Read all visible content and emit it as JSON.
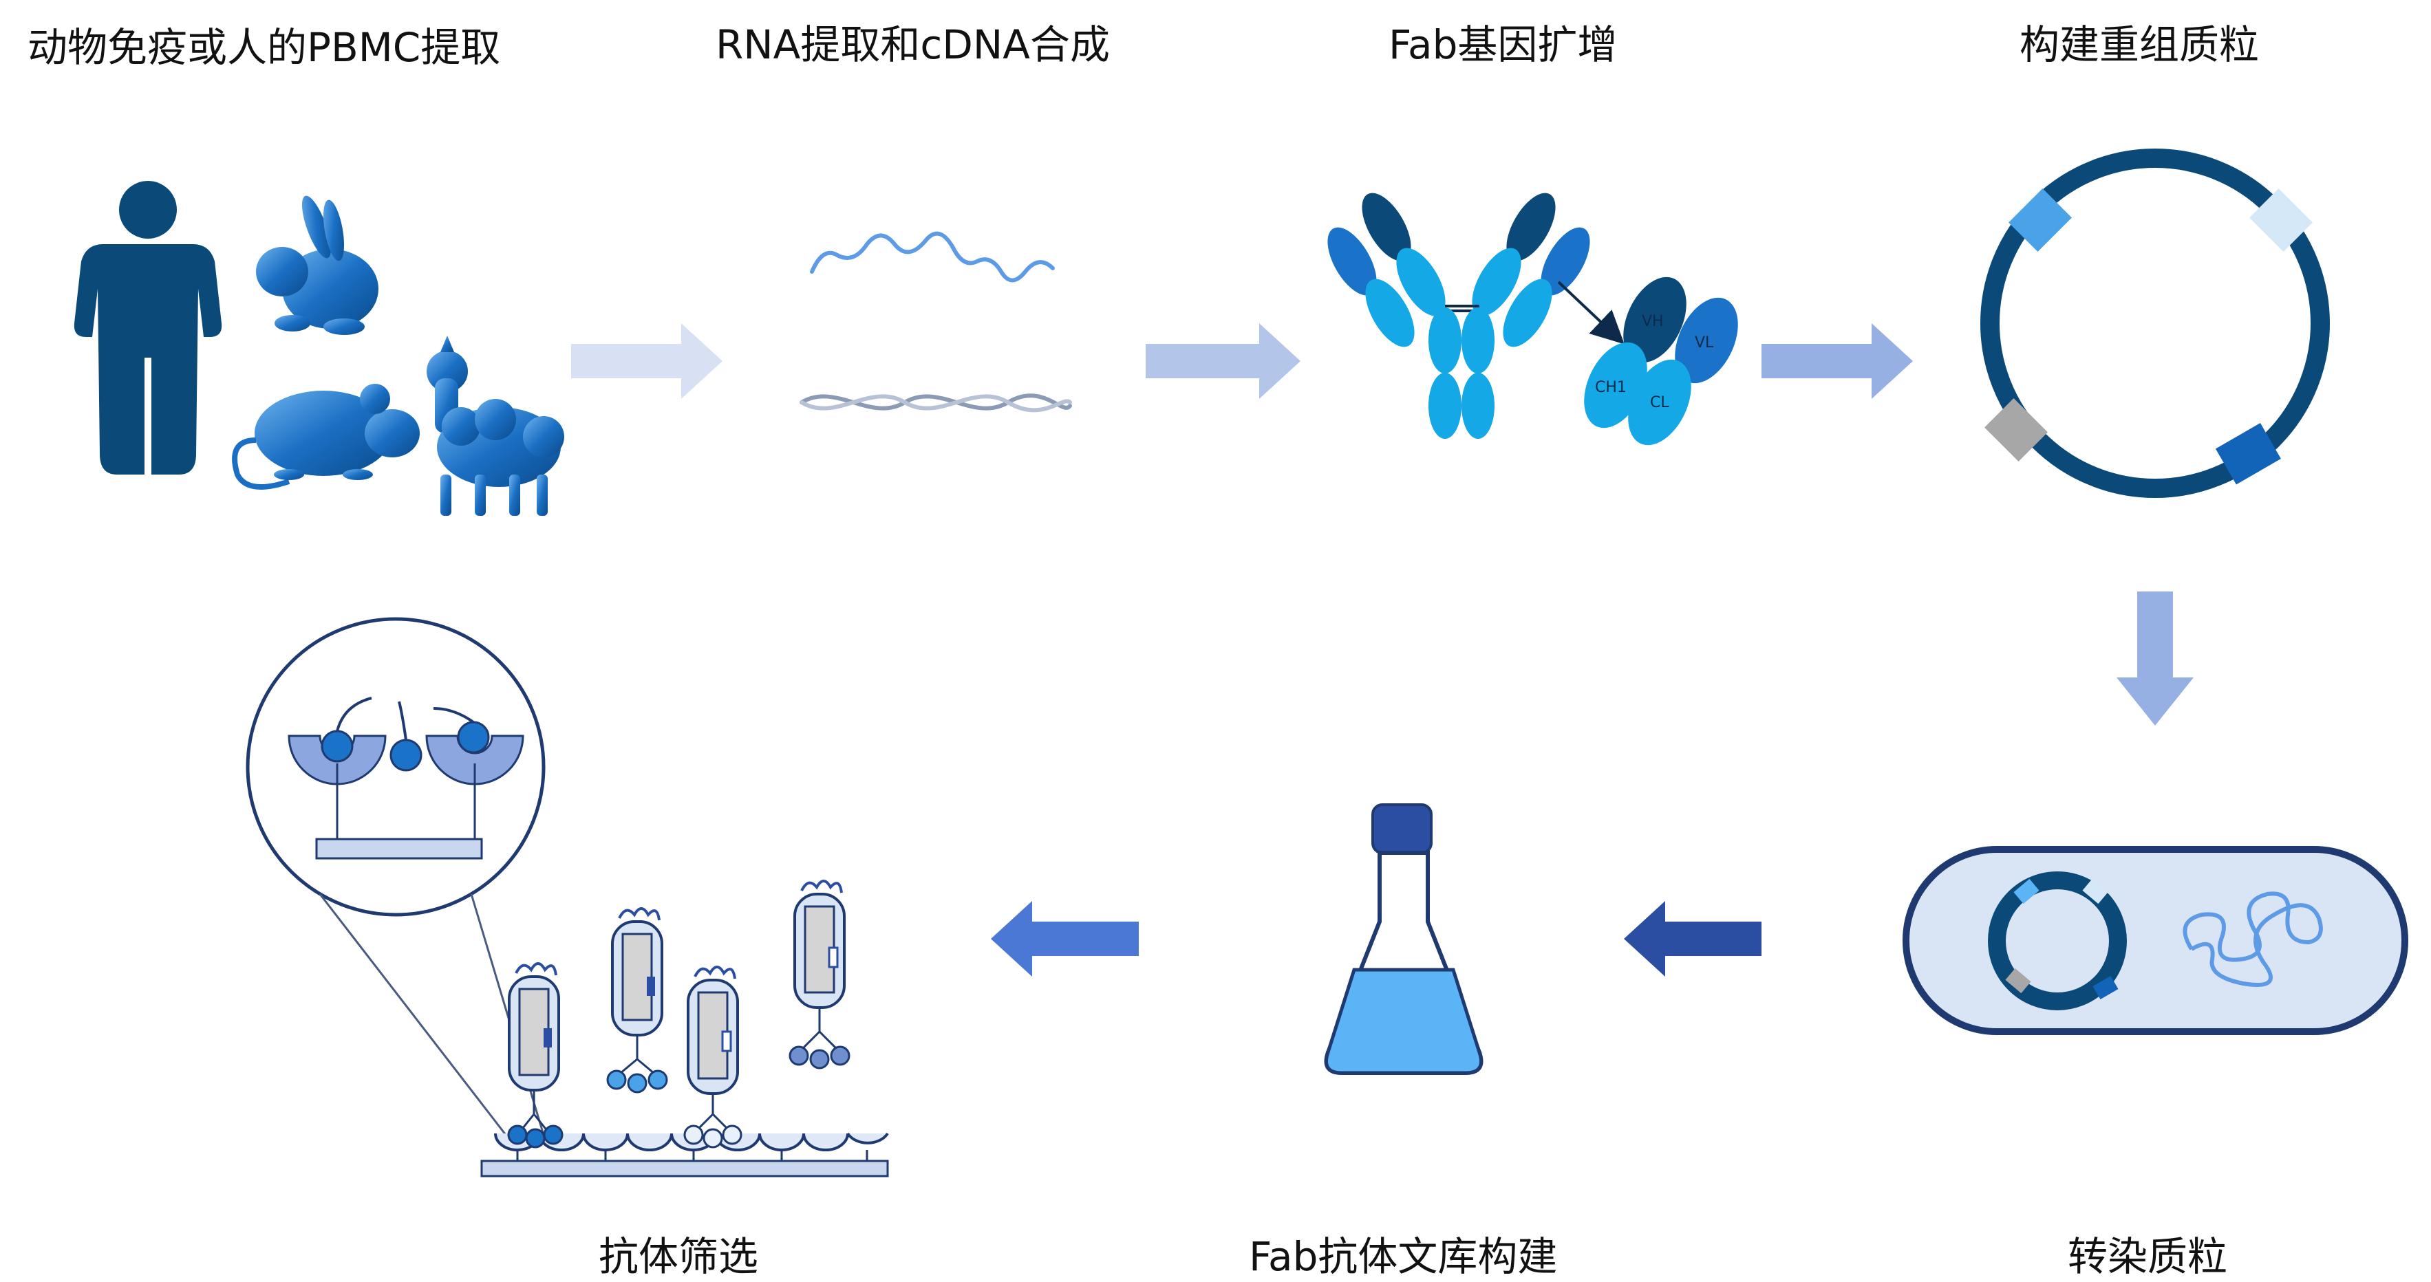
{
  "steps": {
    "pbmc": "动物免疫或人的PBMC提取",
    "rna": "RNA提取和cDNA合成",
    "fab_amp": "Fab基因扩增",
    "plasmid": "构建重组质粒",
    "transfect": "转染质粒",
    "library": "Fab抗体文库构建",
    "screening": "抗体筛选"
  },
  "domain_labels": {
    "vh": "VH",
    "vl": "VL",
    "ch1": "CH1",
    "cl": "CL"
  },
  "colors": {
    "navy": "#0b4a78",
    "blue": "#1a73c8",
    "light_blue": "#14a8e6",
    "pale_blue": "#c8d6ee",
    "arrow_light": "#d7e1f3",
    "arrow_mid": "#a9bde6",
    "arrow_dark": "#2b4ea2",
    "flask_liquid": "#5ab4f5",
    "cell_fill": "#d9e4f5",
    "cell_border": "#1f3a70",
    "gray": "#a7a7a7"
  }
}
